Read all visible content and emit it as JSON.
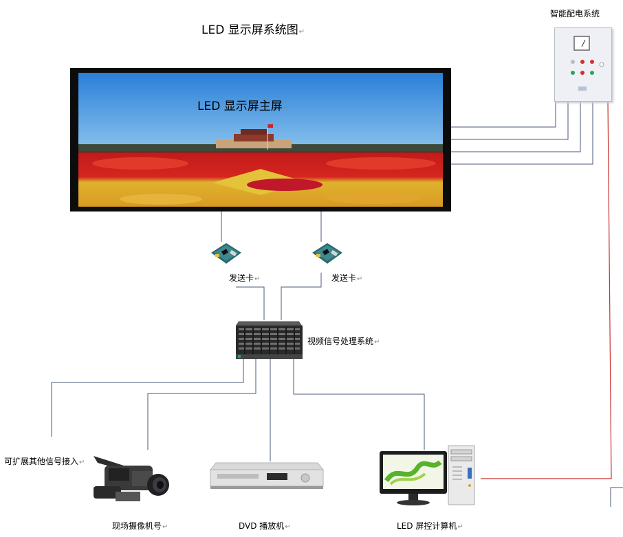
{
  "diagram": {
    "title": "LED 显示屏系统图",
    "main_screen_label": "LED 显示屏主屏",
    "power_system_label": "智能配电系统",
    "sender_card_left_label": "发送卡",
    "sender_card_right_label": "发送卡",
    "video_processor_label": "视频信号处理系统",
    "extend_signal_label": "可扩展其他信号接入",
    "camera_label": "现场摄像机号",
    "dvd_label": "DVD 播放机",
    "computer_label": "LED 屏控计算机",
    "paragraph_mark": "↵"
  },
  "colors": {
    "wire": "#4a5a7a",
    "power_wire": "#c83030",
    "screen_frame": "#0c0c0c",
    "cabinet": "#eef0f5"
  }
}
